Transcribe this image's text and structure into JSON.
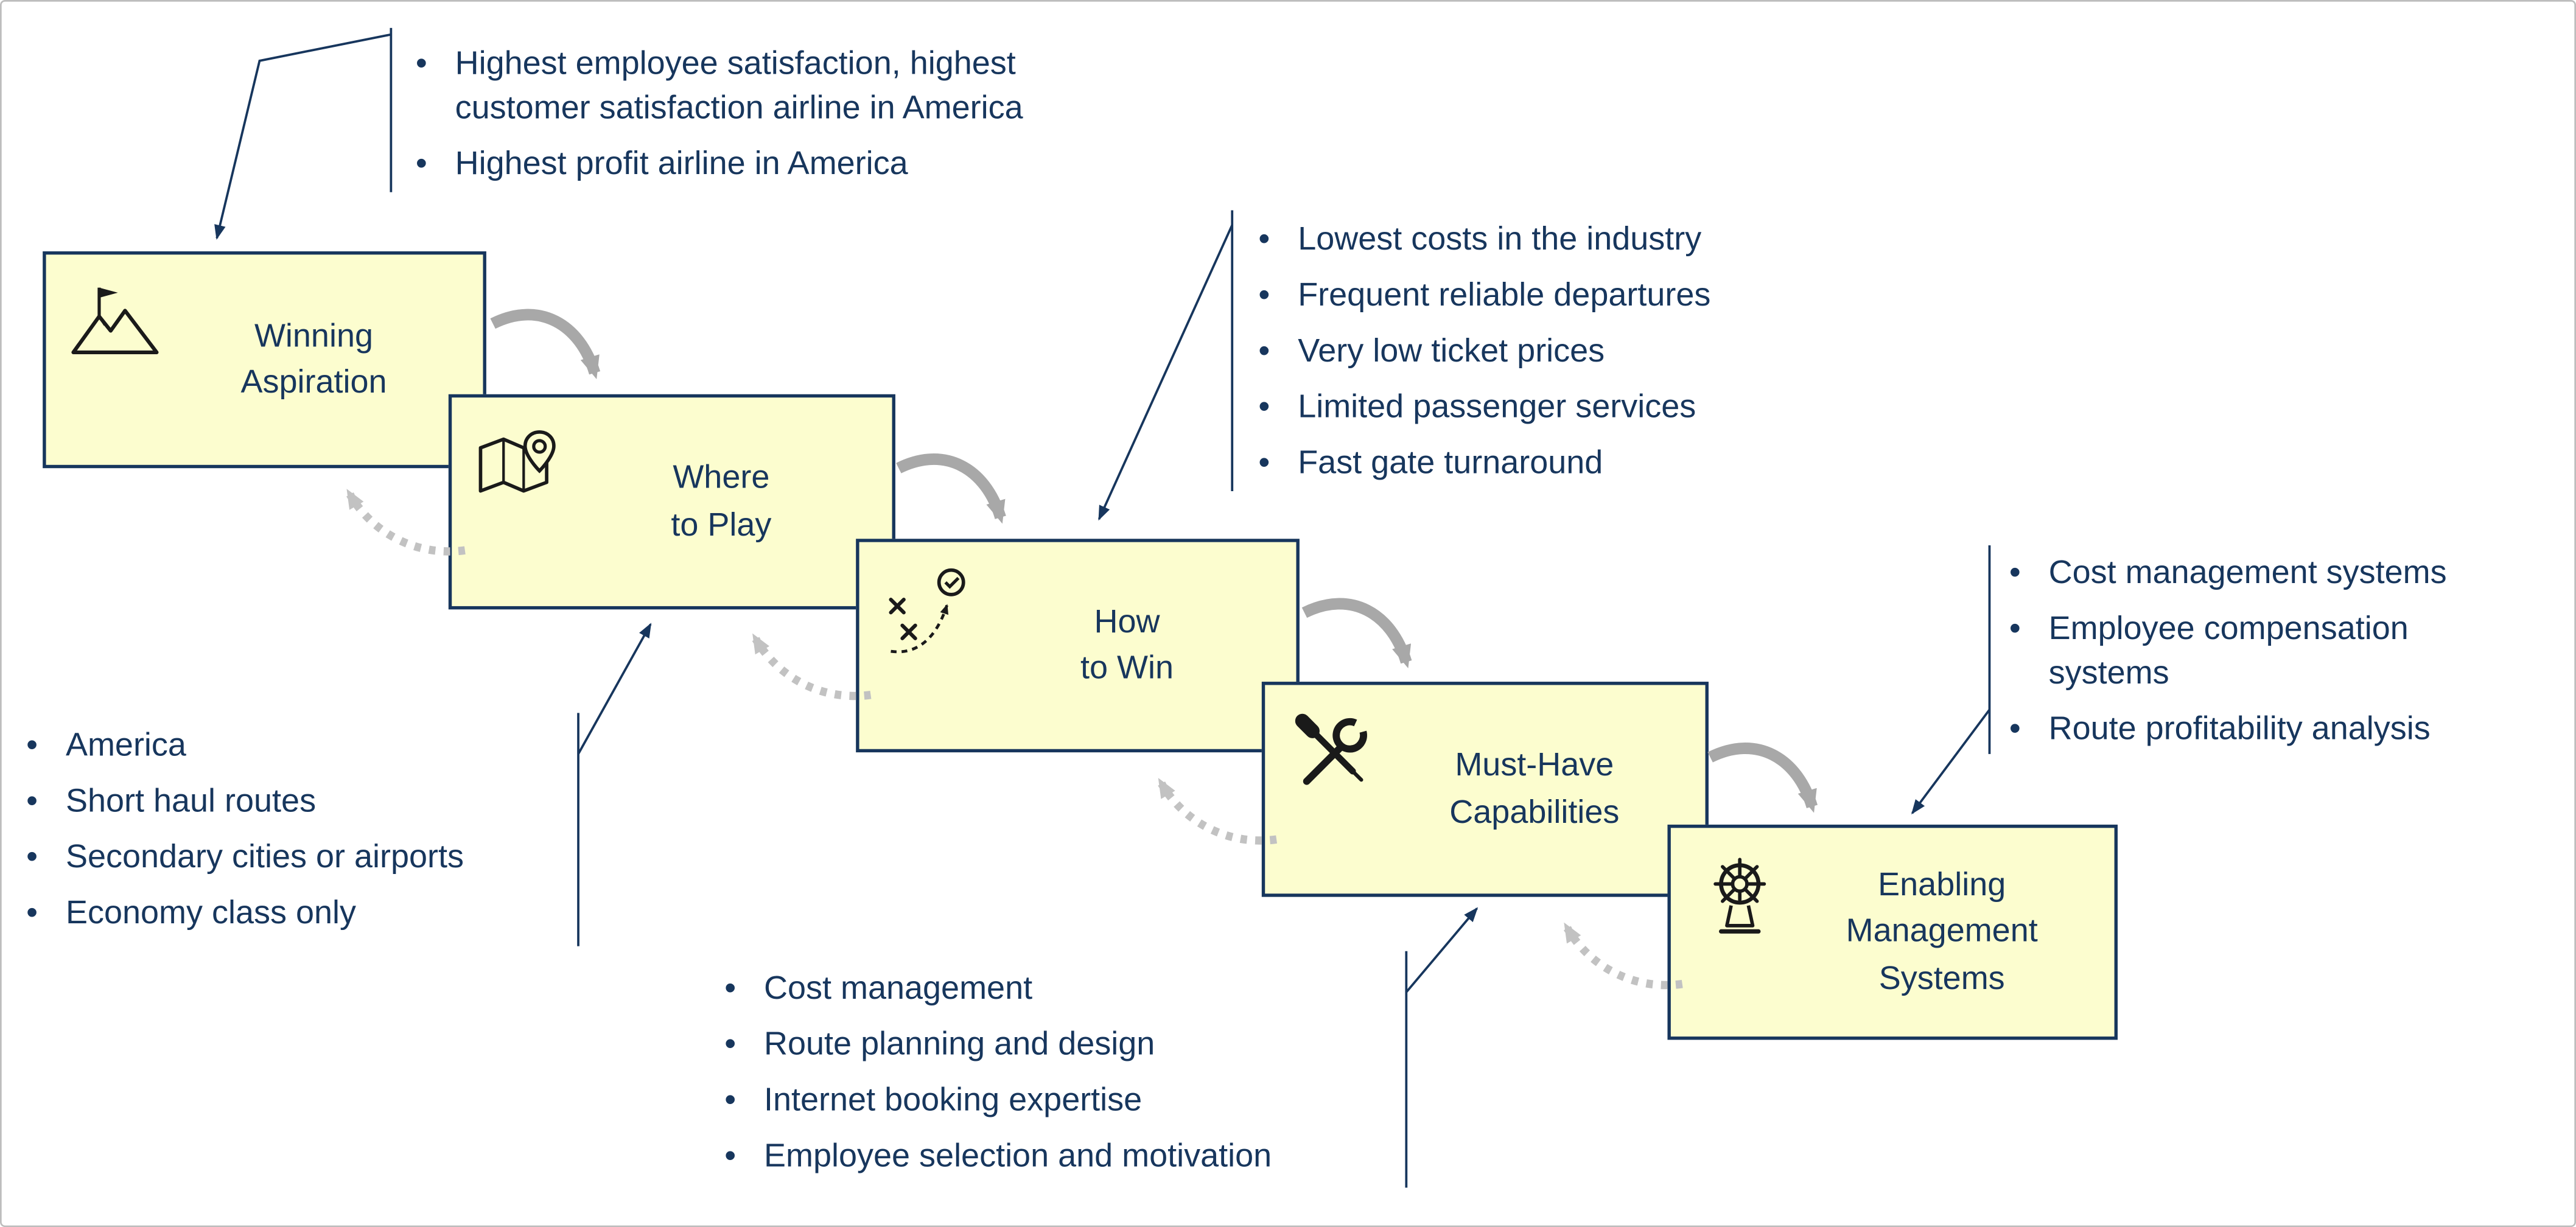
{
  "steps": [
    {
      "id": "winning-aspiration",
      "icon": "mountain-flag-icon",
      "lines": [
        "Winning",
        "Aspiration"
      ]
    },
    {
      "id": "where-to-play",
      "icon": "map-pin-icon",
      "lines": [
        "Where",
        "to Play"
      ]
    },
    {
      "id": "how-to-win",
      "icon": "strategy-play-icon",
      "lines": [
        "How",
        "to Win"
      ]
    },
    {
      "id": "must-have-capabilities",
      "icon": "crossed-tools-icon",
      "lines": [
        "Must-Have",
        "Capabilities"
      ]
    },
    {
      "id": "enabling-management-systems",
      "icon": "ship-wheel-icon",
      "lines": [
        "Enabling",
        "Management",
        "Systems"
      ]
    }
  ],
  "callouts": [
    {
      "target": "winning-aspiration",
      "items": [
        "Highest employee satisfaction, highest customer satisfaction airline in America",
        "Highest profit airline in America"
      ]
    },
    {
      "target": "how-to-win",
      "items": [
        "Lowest costs in the industry",
        "Frequent reliable departures",
        "Very low ticket prices",
        "Limited passenger services",
        "Fast gate turnaround"
      ]
    },
    {
      "target": "where-to-play",
      "items": [
        "America",
        "Short haul routes",
        "Secondary cities or airports",
        "Economy class only"
      ]
    },
    {
      "target": "must-have-capabilities",
      "items": [
        "Cost management",
        "Route planning and design",
        "Internet booking expertise",
        "Employee selection and motivation"
      ]
    },
    {
      "target": "enabling-management-systems",
      "items": [
        "Cost management systems",
        "Employee compensation systems",
        "Route profitability analysis"
      ]
    }
  ],
  "colors": {
    "box_fill": "#FCFDCF",
    "box_border": "#17365D",
    "text": "#17365D",
    "arrow": "#A8A8A8",
    "arrow_dotted": "#C2C2C2"
  }
}
